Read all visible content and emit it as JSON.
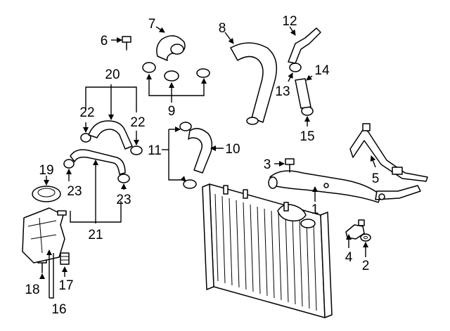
{
  "callouts": [
    "1",
    "2",
    "3",
    "4",
    "5",
    "6",
    "7",
    "8",
    "9",
    "10",
    "11",
    "12",
    "13",
    "14",
    "15",
    "16",
    "17",
    "18",
    "19",
    "20",
    "21",
    "22",
    "23"
  ],
  "colors": {
    "line": "#000000",
    "background": "#ffffff",
    "shade": "#d8d8d8"
  },
  "icons": [
    "hose-icon",
    "clamp-icon",
    "bolt-icon",
    "radiator-icon",
    "reservoir-tank-icon",
    "cap-icon",
    "pipe-icon",
    "sensor-icon",
    "washer-icon"
  ]
}
